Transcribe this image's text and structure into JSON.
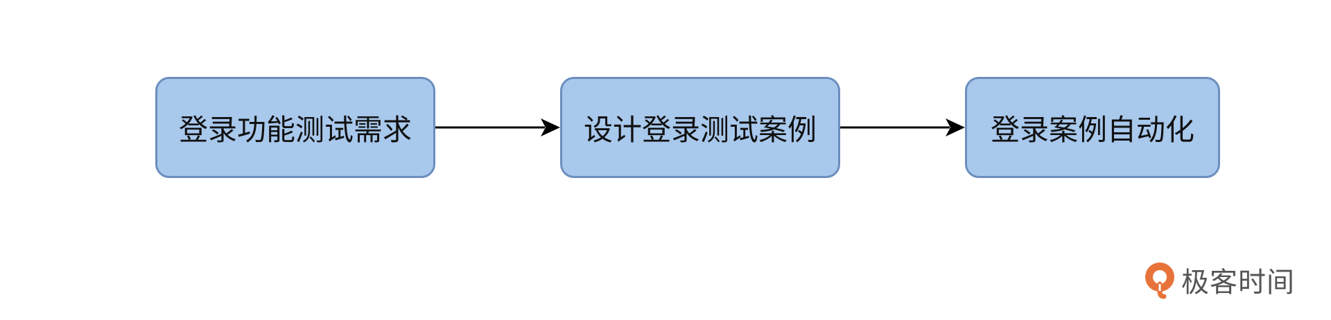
{
  "flowchart": {
    "steps": [
      {
        "label": "登录功能测试需求"
      },
      {
        "label": "设计登录测试案例"
      },
      {
        "label": "登录案例自动化"
      }
    ]
  },
  "brand": {
    "icon": "geekbang-logo-icon",
    "name": "极客时间"
  },
  "colors": {
    "node_fill": "#a8c8ec",
    "node_border": "#6c8ebf",
    "arrow": "#000000",
    "brand_orange": "#e8733a"
  }
}
